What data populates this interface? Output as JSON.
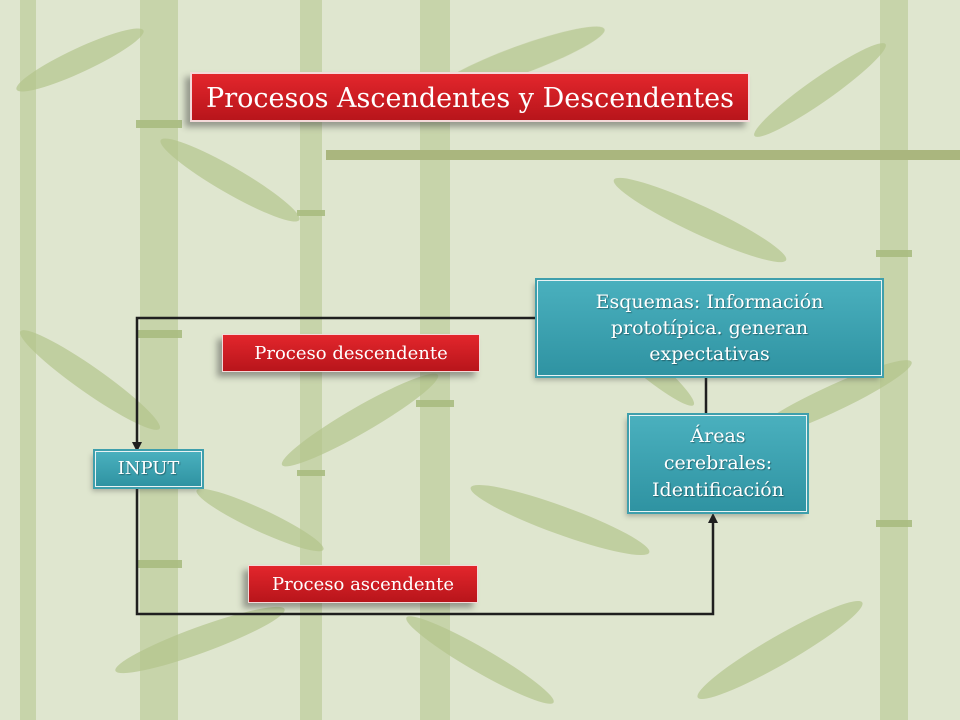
{
  "title": "Procesos Ascendentes y Descendentes",
  "labels": {
    "descendente": "Proceso descendente",
    "ascendente": "Proceso ascendente"
  },
  "nodes": {
    "esquemas": "Esquemas: Información prototípica. generan expectativas",
    "areas": "Áreas cerebrales: Identificación",
    "input": "INPUT"
  },
  "colors": {
    "background": "#dfe6cf",
    "bamboo": "#b7c794",
    "red_box": "#d11c22",
    "teal_box": "#3da3b1",
    "rule": "#aab67e",
    "connector": "#1f1f1f"
  }
}
